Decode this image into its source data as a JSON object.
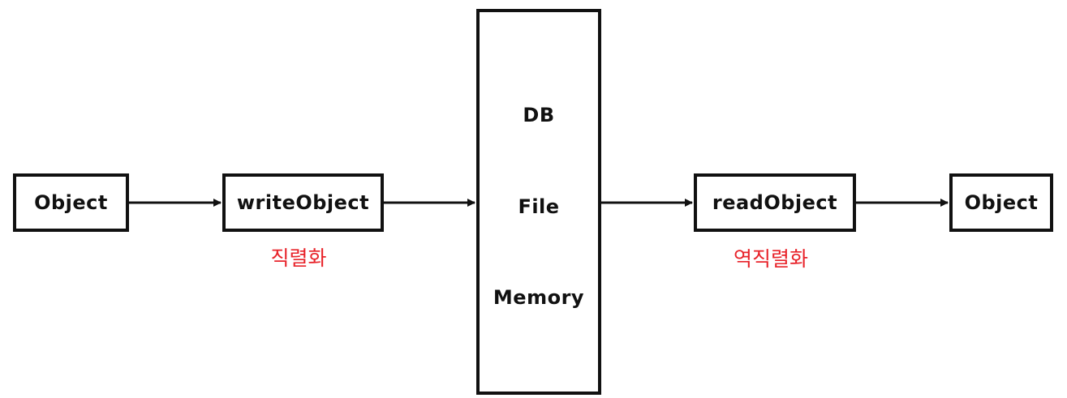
{
  "nodes": {
    "source_object": "Object",
    "write_object": "writeObject",
    "storage": {
      "items": [
        "DB",
        "File",
        "Memory"
      ]
    },
    "read_object": "readObject",
    "target_object": "Object"
  },
  "captions": {
    "serialize": "직렬화",
    "deserialize": "역직렬화"
  },
  "colors": {
    "stroke": "#111111",
    "caption": "#e8232a"
  }
}
